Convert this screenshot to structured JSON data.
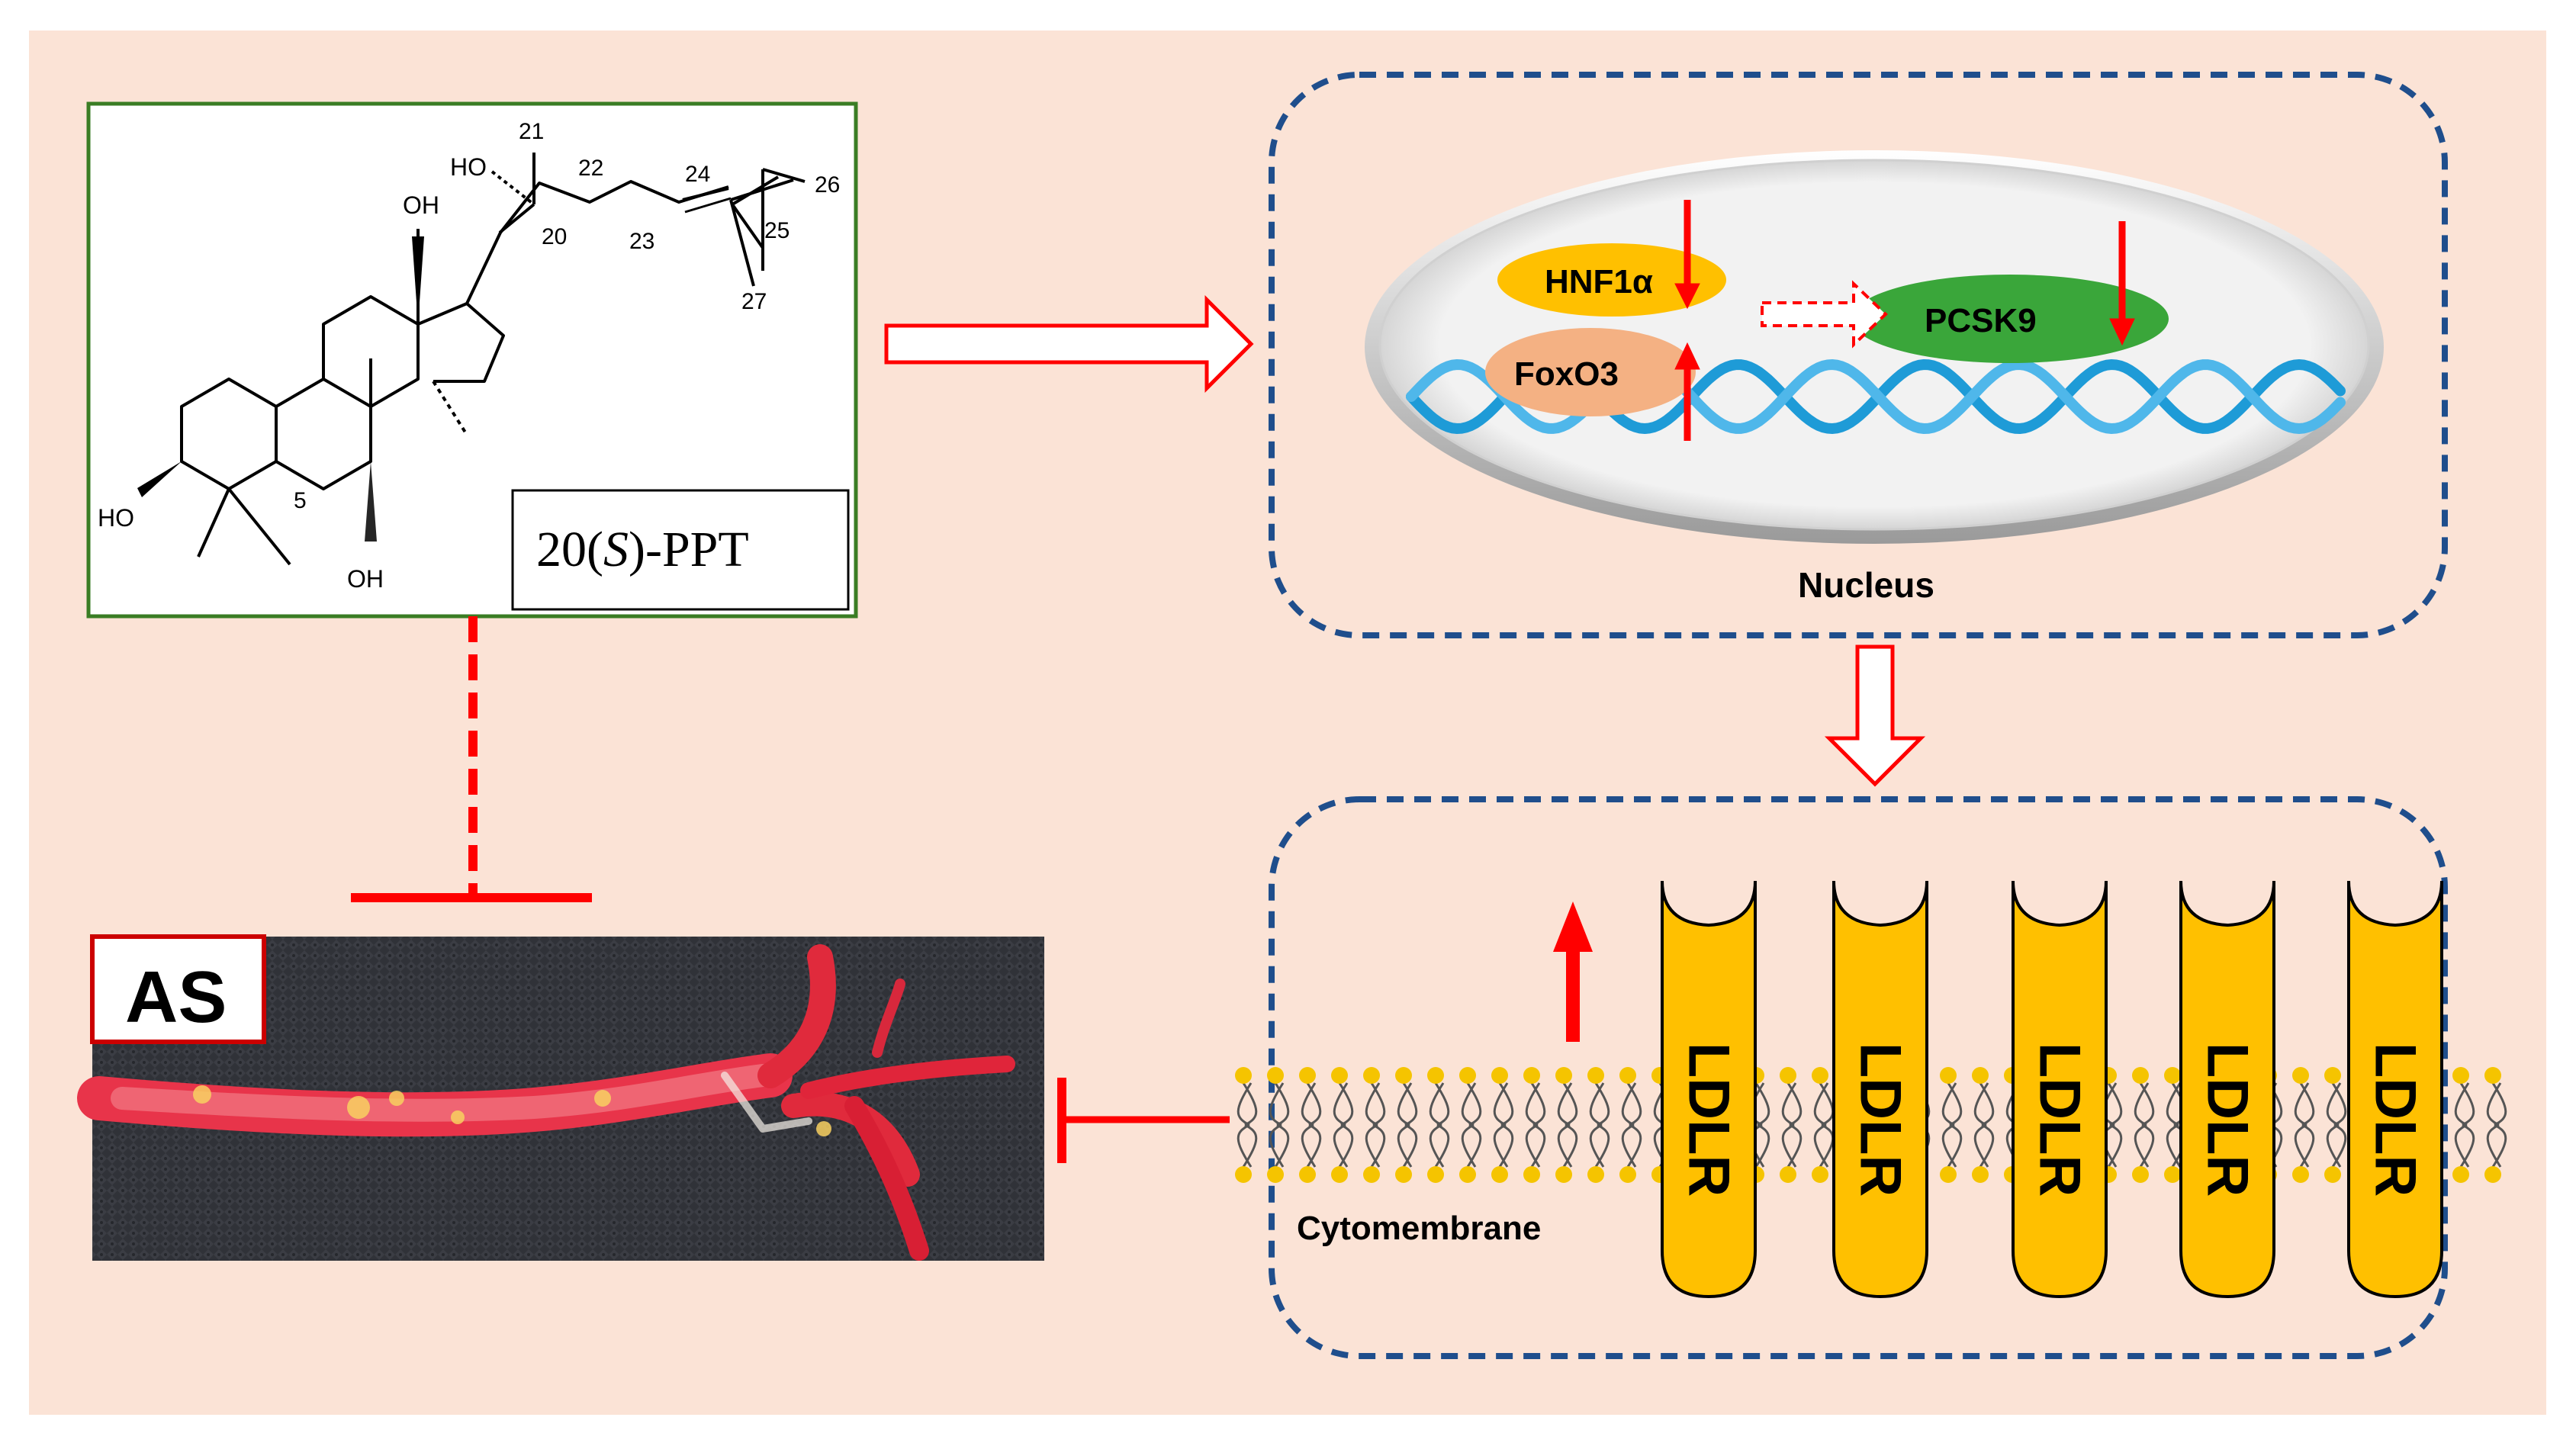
{
  "compound": {
    "name_prefix": "20(",
    "name_italic": "S",
    "name_suffix": ")-PPT",
    "atom_numbers": [
      "21",
      "22",
      "24",
      "26",
      "20",
      "25",
      "23",
      "27",
      "5"
    ],
    "groups": [
      "HO",
      "OH",
      "HO",
      "OH"
    ]
  },
  "nucleus": {
    "label": "Nucleus",
    "factors": {
      "hnf1a": "HNF1α",
      "foxo3": "FoxO3",
      "pcsk9": "PCSK9"
    }
  },
  "membrane": {
    "label": "Cytomembrane",
    "receptors": [
      "LDLR",
      "LDLR",
      "LDLR",
      "LDLR",
      "LDLR"
    ]
  },
  "lesion": {
    "label": "AS"
  },
  "colors": {
    "background": "#fbe3d6",
    "arrow_red": "#ff0000",
    "dashed_blue": "#1f4e8c",
    "box_green": "#3a7d24",
    "hnf1a_yellow": "#ffc000",
    "foxo3_peach": "#f4b183",
    "pcsk9_green": "#3aa63a",
    "ldlr_yellow": "#ffc000",
    "lipid_head": "#f5c400",
    "dna_blue": "#1e9bd7"
  }
}
